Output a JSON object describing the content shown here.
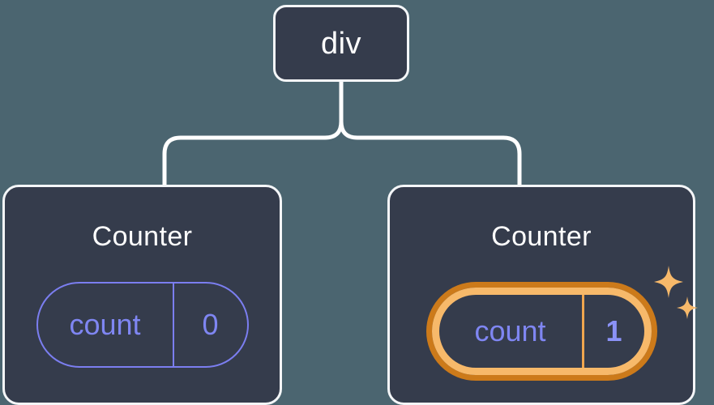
{
  "diagram": {
    "type": "component-tree",
    "background_color": "#4b6570",
    "node_fill_color": "#353c4c",
    "node_border_color": "#f4f6f8",
    "connector_color": "#ffffff",
    "state_color": "#7b7ef0",
    "highlight_outer_color": "#cc7a1a",
    "highlight_inner_color": "#f7b96a"
  },
  "root": {
    "label": "div"
  },
  "children": [
    {
      "label": "Counter",
      "state": {
        "key": "count",
        "value": "0"
      },
      "highlighted": false
    },
    {
      "label": "Counter",
      "state": {
        "key": "count",
        "value": "1"
      },
      "highlighted": true,
      "sparkle_color": "#f7b96a"
    }
  ]
}
